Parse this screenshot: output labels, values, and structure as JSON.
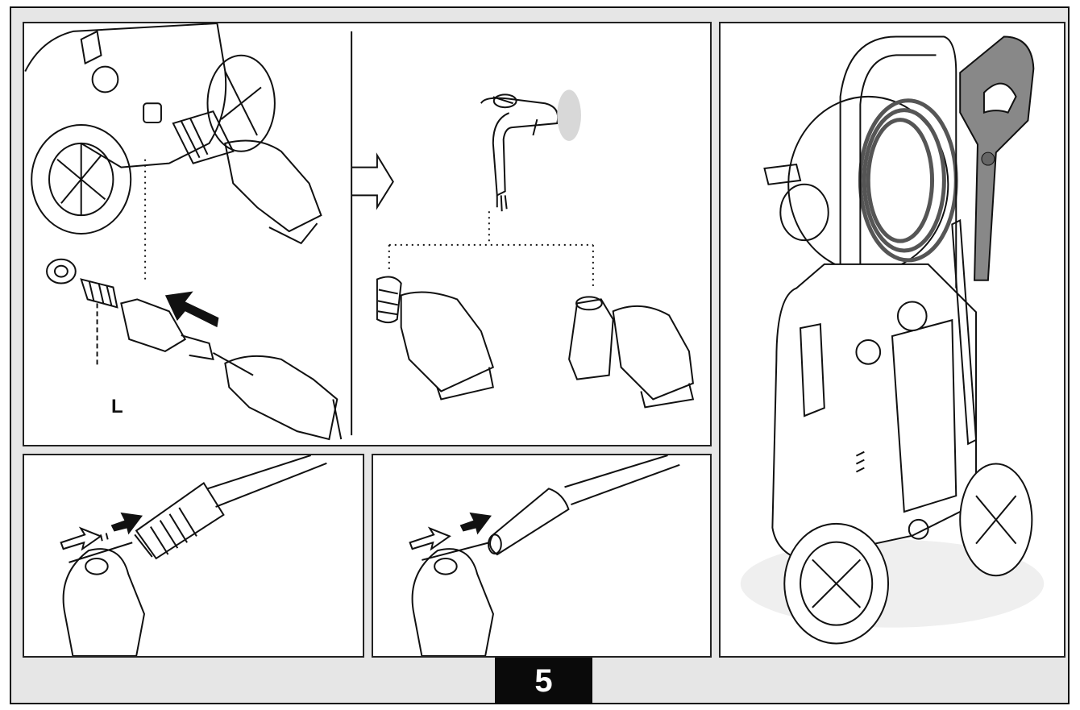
{
  "figure": {
    "step_number": "5",
    "callout_label": "L"
  },
  "panels": [
    {
      "id": "filter-removal",
      "description_icon": "hand-pulling-inlet-connector-icon"
    },
    {
      "id": "tap-rinse",
      "description_icon": "tap-rinsing-filter-icon"
    },
    {
      "id": "nozzle-clean-turbo",
      "description_icon": "needle-cleaning-nozzle-icon"
    },
    {
      "id": "nozzle-clean-standard",
      "description_icon": "needle-cleaning-lance-icon"
    },
    {
      "id": "washer-overview",
      "description_icon": "pressure-washer-icon"
    }
  ],
  "colors": {
    "background": "#e6e6e6",
    "panel": "#ffffff",
    "line": "#111111",
    "step_box": "#0a0a0a",
    "step_text": "#ffffff"
  }
}
